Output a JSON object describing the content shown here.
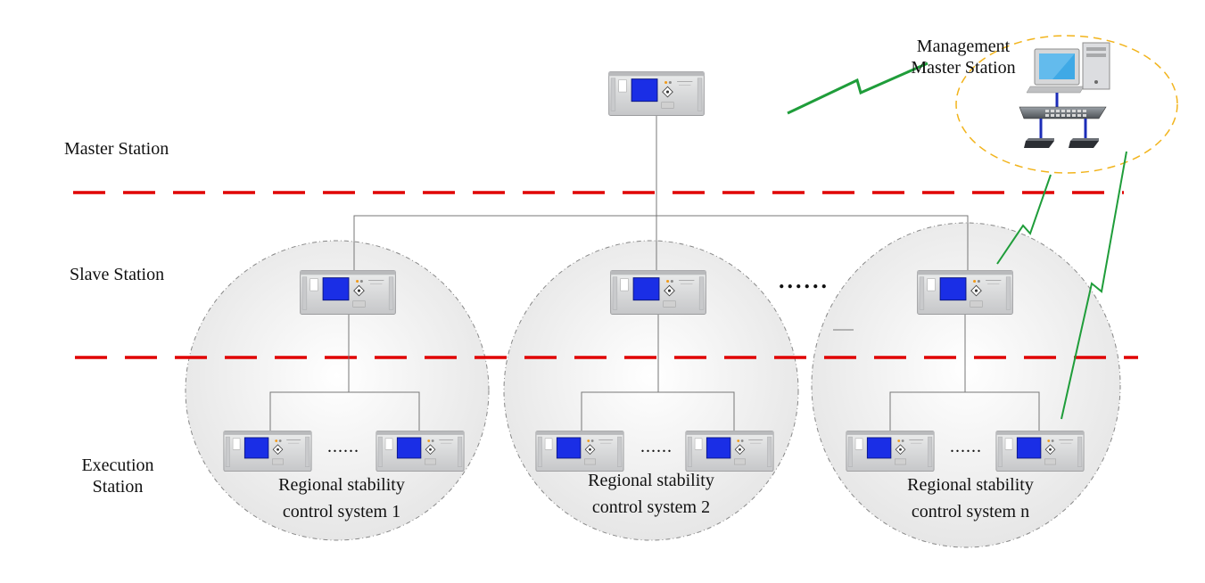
{
  "layers": {
    "master": "Master Station",
    "slave": "Slave Station",
    "execution_line1": "Execution",
    "execution_line2": "Station"
  },
  "management": {
    "line1": "Management",
    "line2": "Master Station"
  },
  "systems": [
    {
      "line1": "Regional stability",
      "line2": "control system 1"
    },
    {
      "line1": "Regional stability",
      "line2": "control system 2"
    },
    {
      "line1": "Regional stability",
      "line2": "control system n"
    }
  ],
  "ellipsis_small": "......",
  "ellipsis_large": "......",
  "colors": {
    "divider": "#e00000",
    "wireless": "#1f9d3a",
    "wire": "#777777",
    "screen": "#1a2ee6",
    "device_body": "#d8d9db",
    "management_ring": "#f2b41c",
    "region_fill": "#f0f0f0",
    "region_border": "#888888"
  }
}
